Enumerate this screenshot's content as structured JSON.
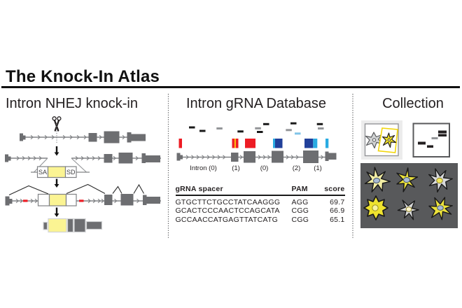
{
  "title": "The Knock-In Atlas",
  "panels": {
    "nhej": {
      "header": "Intron NHEJ knock-in",
      "cassette_labels": {
        "sa": "SA",
        "sd": "SD"
      }
    },
    "database": {
      "header": "Intron gRNA Database",
      "intron_labels": [
        "Intron (0)",
        "(1)",
        "(0)",
        "(2)",
        "(1)"
      ],
      "table": {
        "columns": [
          "gRNA spacer",
          "PAM",
          "score"
        ],
        "rows": [
          {
            "spacer": "GTGCTTCTGCCTATCAAGGG",
            "pam": "AGG",
            "score": "69.7"
          },
          {
            "spacer": "GCACTCCCAACTCCAGCATA",
            "pam": "CGG",
            "score": "66.9"
          },
          {
            "spacer": "GCCAACCATGAGTTATCATG",
            "pam": "CGG",
            "score": "65.1"
          }
        ]
      }
    },
    "collection": {
      "header": "Collection"
    }
  },
  "icons": {
    "cut_site": "scissors-icon",
    "sorting": "facs-plot-icon",
    "gel": "gel-bands-icon",
    "imaging": "microscopy-cells-image"
  },
  "colors": {
    "red": "#ed1c24",
    "orange_stripe": "#fdb913",
    "navy": "#21409a",
    "light_blue": "#29abe2",
    "cassette_yellow": "#fbf493",
    "exon_gray": "#6d6e71",
    "line_gray": "#808285",
    "image_background": "#58595b",
    "cell_yellow": "#ece23c",
    "cell_gray": "#d8d9da"
  }
}
